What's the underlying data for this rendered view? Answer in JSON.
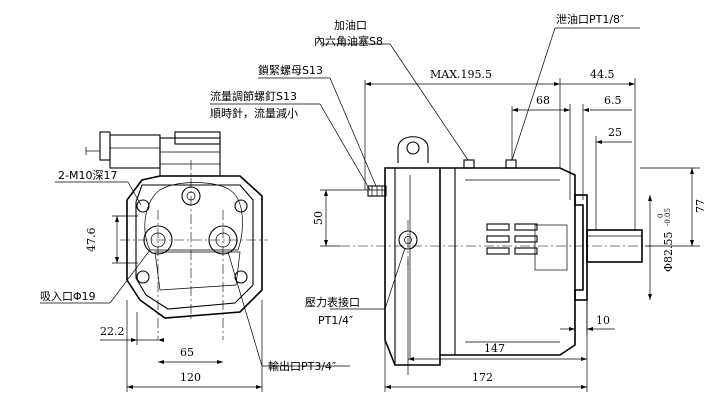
{
  "labels": {
    "oil_fill_port": "加油口",
    "hex_socket_plug": "內六角油塞S8",
    "drain_port": "泄油口PT1/8″",
    "lock_nut": "鎖緊螺母S13",
    "flow_adjust_screw": "流量調節螺釘S13",
    "clockwise_note": "順時針，流量減小",
    "mount_holes": "2-M10深17",
    "suction_port": "吸入口Φ19",
    "outlet_port": "輸出口PT3/4″",
    "gauge_port_line1": "壓力表接口",
    "gauge_port_line2": "PT1/4″"
  },
  "dimensions": {
    "max_length": "MAX.195.5",
    "d_44_5": "44.5",
    "d_68": "68",
    "d_6_5": "6.5",
    "d_25": "25",
    "d_77": "77",
    "d_50": "50",
    "d_47_6": "47.6",
    "d_22_2": "22.2",
    "d_65": "65",
    "d_120": "120",
    "d_147": "147",
    "d_172": "172",
    "d_10": "10",
    "d_phi_82_55": "Φ82.55",
    "tolerance_upper": "0",
    "tolerance_lower": "-0.05"
  }
}
